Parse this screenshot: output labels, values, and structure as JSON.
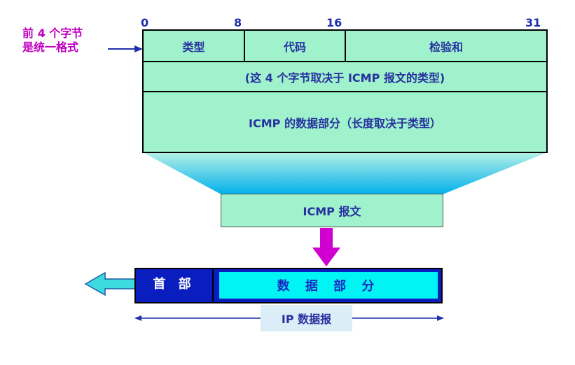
{
  "side_note": {
    "line1": "前 4 个字节",
    "line2": "是统一格式"
  },
  "bit_positions": {
    "b0": "0",
    "b8": "8",
    "b16": "16",
    "b31": "31"
  },
  "icmp_header": {
    "type": "类型",
    "code": "代码",
    "checksum": "检验和",
    "depends": "(这 4 个字节取决于 ICMP 报文的类型)",
    "data": "ICMP 的数据部分（长度取决于类型）"
  },
  "icmp_message": "ICMP 报文",
  "ip_datagram": {
    "header": "首 部",
    "data": "数 据 部 分",
    "label": "IP 数据报"
  },
  "colors": {
    "cell_fill": "#9ff2cc",
    "cell_text": "#2830a0",
    "side_note": "#c000c0",
    "magenta_arrow": "#d000d0",
    "ip_header": "#0a1dbe",
    "ip_data": "#00f4f4",
    "trapezoid_top": "#b5f0e6",
    "trapezoid_bottom": "#00b0ea"
  },
  "icons": {
    "side_arrow": "arrow-right-icon",
    "down_arrow": "arrow-down-icon",
    "left_arrow": "arrow-left-icon",
    "span_arrow": "double-arrow-icon"
  }
}
